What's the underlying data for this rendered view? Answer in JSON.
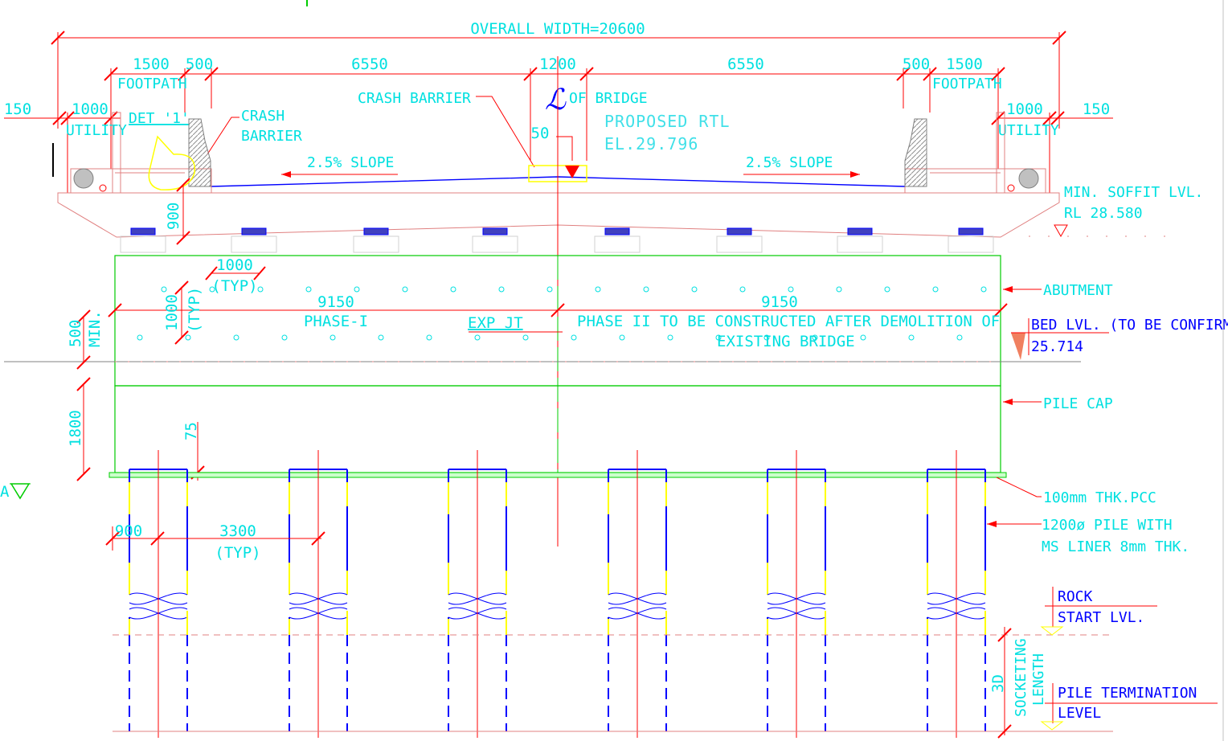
{
  "top": {
    "overall_width": "OVERALL WIDTH=20600",
    "dims": {
      "d150_left": "150",
      "d1000_left": "1000",
      "d1500_left": "1500",
      "d500_left": "500",
      "d6550_left": "6550",
      "d1200": "1200",
      "d6550_right": "6550",
      "d500_right": "500",
      "d1500_right": "1500",
      "d1000_right": "1000",
      "d150_right": "150",
      "d50": "50",
      "d900_deck": "900"
    },
    "labels": {
      "footpath_left": "FOOTPATH",
      "footpath_right": "FOOTPATH",
      "utility_left": "UTILITY",
      "utility_right": "UTILITY",
      "det1": "DET '1'",
      "crash_barrier_a": "CRASH",
      "crash_barrier_b": "BARRIER",
      "crash_barrier_center": "CRASH BARRIER",
      "centerline_symbol": "ℒ",
      "of_bridge": "OF BRIDGE",
      "proposed_rtl": "PROPOSED RTL",
      "rtl_el": "EL.29.796",
      "slope_left": "2.5% SLOPE",
      "slope_right": "2.5% SLOPE",
      "soffit_a": "MIN. SOFFIT LVL.",
      "soffit_b": "RL 28.580"
    }
  },
  "abutment": {
    "d1000_typ_h": "1000",
    "typ_h": "(TYP)",
    "d1000_typ_v": "1000",
    "typ_v": "(TYP)",
    "d9150_left": "9150",
    "d9150_right": "9150",
    "phase1": "PHASE-I",
    "exp_jt": "EXP JT",
    "phase2_a": "PHASE II TO BE CONSTRUCTED AFTER DEMOLITION OF",
    "phase2_b": "EXISTING BRIDGE",
    "abutment_label": "ABUTMENT",
    "d500": "500",
    "min": "MIN.",
    "bed_lvl": "BED LVL. (TO BE CONFIRMI",
    "bed_value": "25.714"
  },
  "pilecap": {
    "label": "PILE CAP",
    "d1800": "1800",
    "d75": "75"
  },
  "piles": {
    "pcc": "100mm THK.PCC",
    "pile_a": "1200ø PILE WITH",
    "pile_b": "MS LINER 8mm THK.",
    "d900": "900",
    "d3300": "3300",
    "typ": "(TYP)",
    "rock_a": "ROCK",
    "rock_b": "START LVL.",
    "term_a": "PILE TERMINATION",
    "term_b": "LEVEL",
    "d3d": "3D",
    "socket_a": "SOCKETING",
    "socket_b": "LENGTH",
    "left_letter": "A"
  },
  "colors": {
    "red": "#ff0000",
    "cyan": "#00e0e0",
    "green": "#00cc00",
    "blue": "#0000ff",
    "yellow": "#ffff00",
    "pink": "#e08080"
  },
  "icons": [
    "tick-mark",
    "level-triangle",
    "hatch",
    "bolt-circle"
  ]
}
